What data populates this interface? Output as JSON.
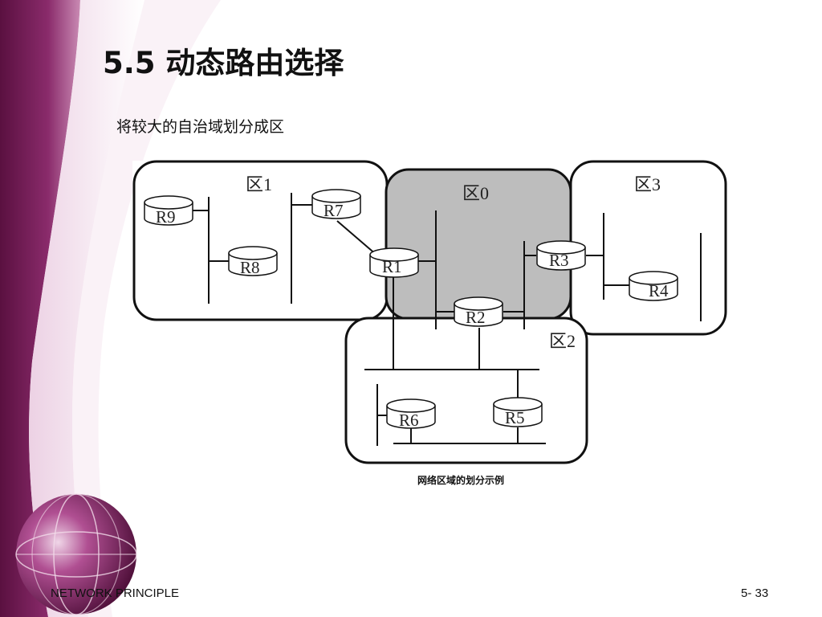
{
  "slide": {
    "title": "5.5 动态路由选择",
    "subtitle": "将较大的自治域划分成区",
    "footer_left": "NETWORK PRINCIPLE",
    "footer_right": "5- 33",
    "accent_color": "#7a1f5c"
  },
  "diagram": {
    "caption": "网络区域的划分示例",
    "areas": [
      {
        "id": "area1",
        "label": "区1",
        "fill": "#ffffff"
      },
      {
        "id": "area0",
        "label": "区0",
        "fill": "#bdbdbd"
      },
      {
        "id": "area3",
        "label": "区3",
        "fill": "#ffffff"
      },
      {
        "id": "area2",
        "label": "区2",
        "fill": "#ffffff"
      }
    ],
    "routers": [
      "R1",
      "R2",
      "R3",
      "R4",
      "R5",
      "R6",
      "R7",
      "R8",
      "R9"
    ]
  }
}
